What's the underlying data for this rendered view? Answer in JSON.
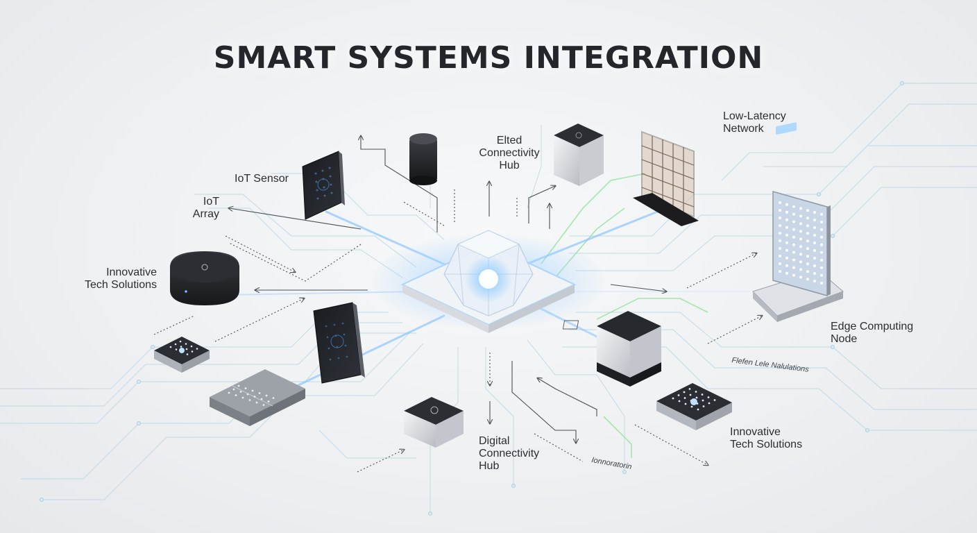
{
  "title": "SMART SYSTEMS INTEGRATION",
  "labels": {
    "iot_sensor": "IoT Sensor",
    "iot_array": "IoT\nArray",
    "innovative_left": "Innovative\nTech Solutions",
    "elted_hub": "Elted\nConnectivity\nHub",
    "low_latency": "Low-Latency\nNetwork",
    "edge_node": "Edge Computing\nNode",
    "faded_right": "Flefen Lele Nalulations",
    "innovative_right": "Innovative\nTech Solutions",
    "digital_hub": "Digital\nConnectivity\nHub",
    "faded_bottom": "Ionnoratorin"
  },
  "colors": {
    "accent_blue": "#5aa8ff",
    "accent_green": "#7be08a",
    "trace": "#b7d9ea",
    "text": "#23272b"
  }
}
